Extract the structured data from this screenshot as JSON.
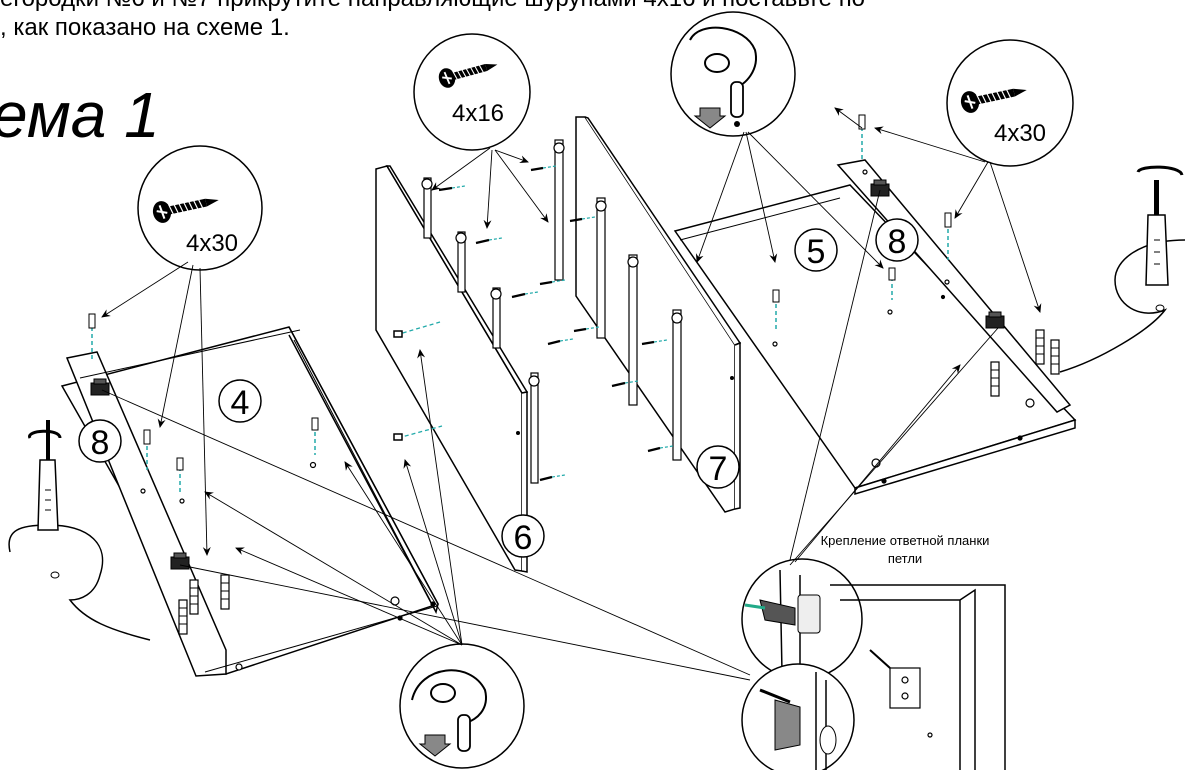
{
  "instructions": {
    "line1": "егородки №6 и №7 прикрутите направляющие шурупами 4х16 и поставьте по",
    "line2": ", как показано на схеме 1."
  },
  "scheme_title": "ема 1",
  "screw_callouts": {
    "left": "4x30",
    "center": "4x16",
    "right": "4x30"
  },
  "part_numbers": {
    "p4": "4",
    "p5": "5",
    "p6": "6",
    "p7": "7",
    "p8_left": "8",
    "p8_right": "8"
  },
  "hinge_note": {
    "line1": "Крепление ответной планки",
    "line2": "петли"
  }
}
